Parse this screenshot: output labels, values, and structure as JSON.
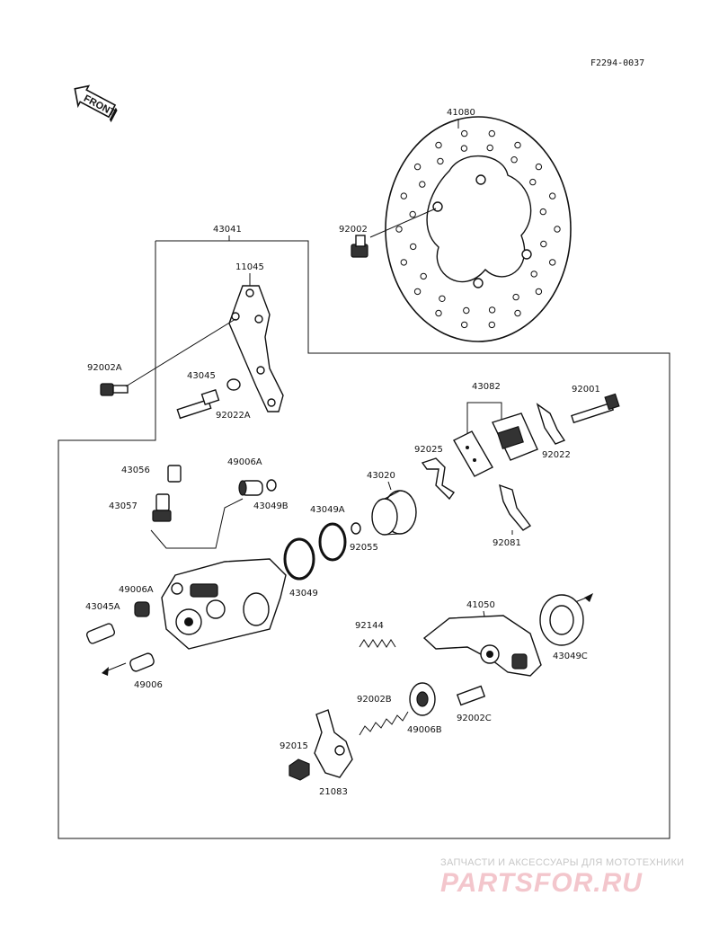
{
  "diagram": {
    "code": "F2294-0037",
    "front_label": "FRONT",
    "labels": {
      "p41080": "41080",
      "p92002": "92002",
      "p43041": "43041",
      "p11045": "11045",
      "p92002A": "92002A",
      "p43045": "43045",
      "p92022A": "92022A",
      "p43082": "43082",
      "p92001": "92001",
      "p92022": "92022",
      "p92025": "92025",
      "p43020": "43020",
      "p92081": "92081",
      "p43056": "43056",
      "p49006A_top": "49006A",
      "p43049B": "43049B",
      "p43057": "43057",
      "p43049A": "43049A",
      "p92055": "92055",
      "p49006A_left": "49006A",
      "p43045A": "43045A",
      "p43049": "43049",
      "p49006": "49006",
      "p41050": "41050",
      "p43049C": "43049C",
      "p92144": "92144",
      "p92002B": "92002B",
      "p49006B": "49006B",
      "p92002C": "92002C",
      "p92015": "92015",
      "p21083": "21083"
    }
  },
  "watermark": {
    "caption": "ЗАПЧАСТИ И АКСЕССУАРЫ ДЛЯ МОТОТЕХНИКИ",
    "brand": "PARTSFOR.RU",
    "brand_color": "#f3c6cc"
  }
}
